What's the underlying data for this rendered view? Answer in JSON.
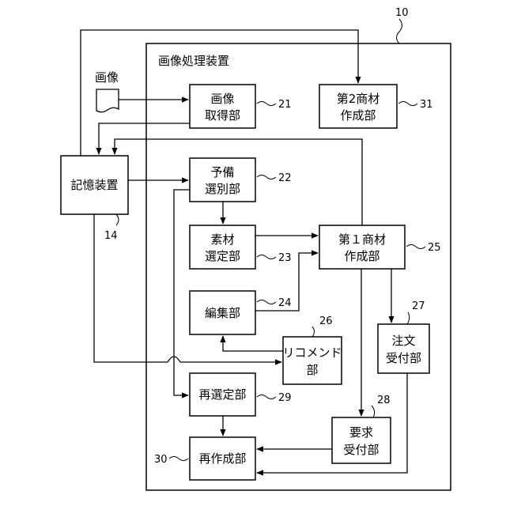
{
  "apparatus": {
    "title": "画像処理装置",
    "ref": "10"
  },
  "image_input": {
    "label": "画像"
  },
  "storage": {
    "label": "記憶装置",
    "ref": "14"
  },
  "blocks": {
    "image_acquisition": {
      "line1": "画像",
      "line2": "取得部",
      "ref": "21"
    },
    "preliminary_selection": {
      "line1": "予備",
      "line2": "選別部",
      "ref": "22"
    },
    "material_selection": {
      "line1": "素材",
      "line2": "選定部",
      "ref": "23"
    },
    "editing": {
      "line1": "編集部",
      "ref": "24"
    },
    "first_product_creation": {
      "line1": "第１商材",
      "line2": "作成部",
      "ref": "25"
    },
    "recommend": {
      "line1": "リコメンド",
      "line2": "部",
      "ref": "26"
    },
    "order_reception": {
      "line1": "注文",
      "line2": "受付部",
      "ref": "27"
    },
    "request_reception": {
      "line1": "要求",
      "line2": "受付部",
      "ref": "28"
    },
    "reselection": {
      "line1": "再選定部",
      "ref": "29"
    },
    "recreation": {
      "line1": "再作成部",
      "ref": "30"
    },
    "second_product_creation": {
      "line1": "第2商材",
      "line2": "作成部",
      "ref": "31"
    }
  }
}
